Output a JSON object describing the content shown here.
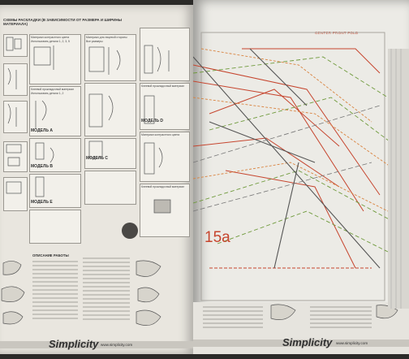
{
  "left_page": {
    "heading": "СХЕМЫ РАСКЛАДКИ (В ЗАВИСИМОСТИ ОТ РАЗМЕРА И ШИРИНЫ МАТЕРИАЛА)",
    "models": [
      "МОДЕЛЬ А",
      "МОДЕЛЬ В",
      "МОДЕЛЬ С",
      "МОДЕЛЬ D",
      "МОДЕЛЬ Е"
    ],
    "panel_texts": [
      "Материал контрастного цвета",
      "Использовать детали 1, 2, 3, 5",
      "Клеевой прокладочный материал",
      "Использовать детали 1, 2",
      "Материал для лицевой стороны",
      "Все размеры"
    ],
    "section_title": "ОПИСАНИЕ РАБОТЫ",
    "brand": "Simplicity",
    "url": "www.simplicity.com"
  },
  "right_page": {
    "fold_label": "CENTER FRONT FOLD",
    "piece_number": "15a",
    "brand": "Simplicity",
    "url": "www.simplicity.com"
  },
  "colors": {
    "pattern_red": "#c6452e",
    "pattern_green": "#6f9a3c",
    "pattern_orange": "#d9833f",
    "pattern_gray": "#555555"
  }
}
